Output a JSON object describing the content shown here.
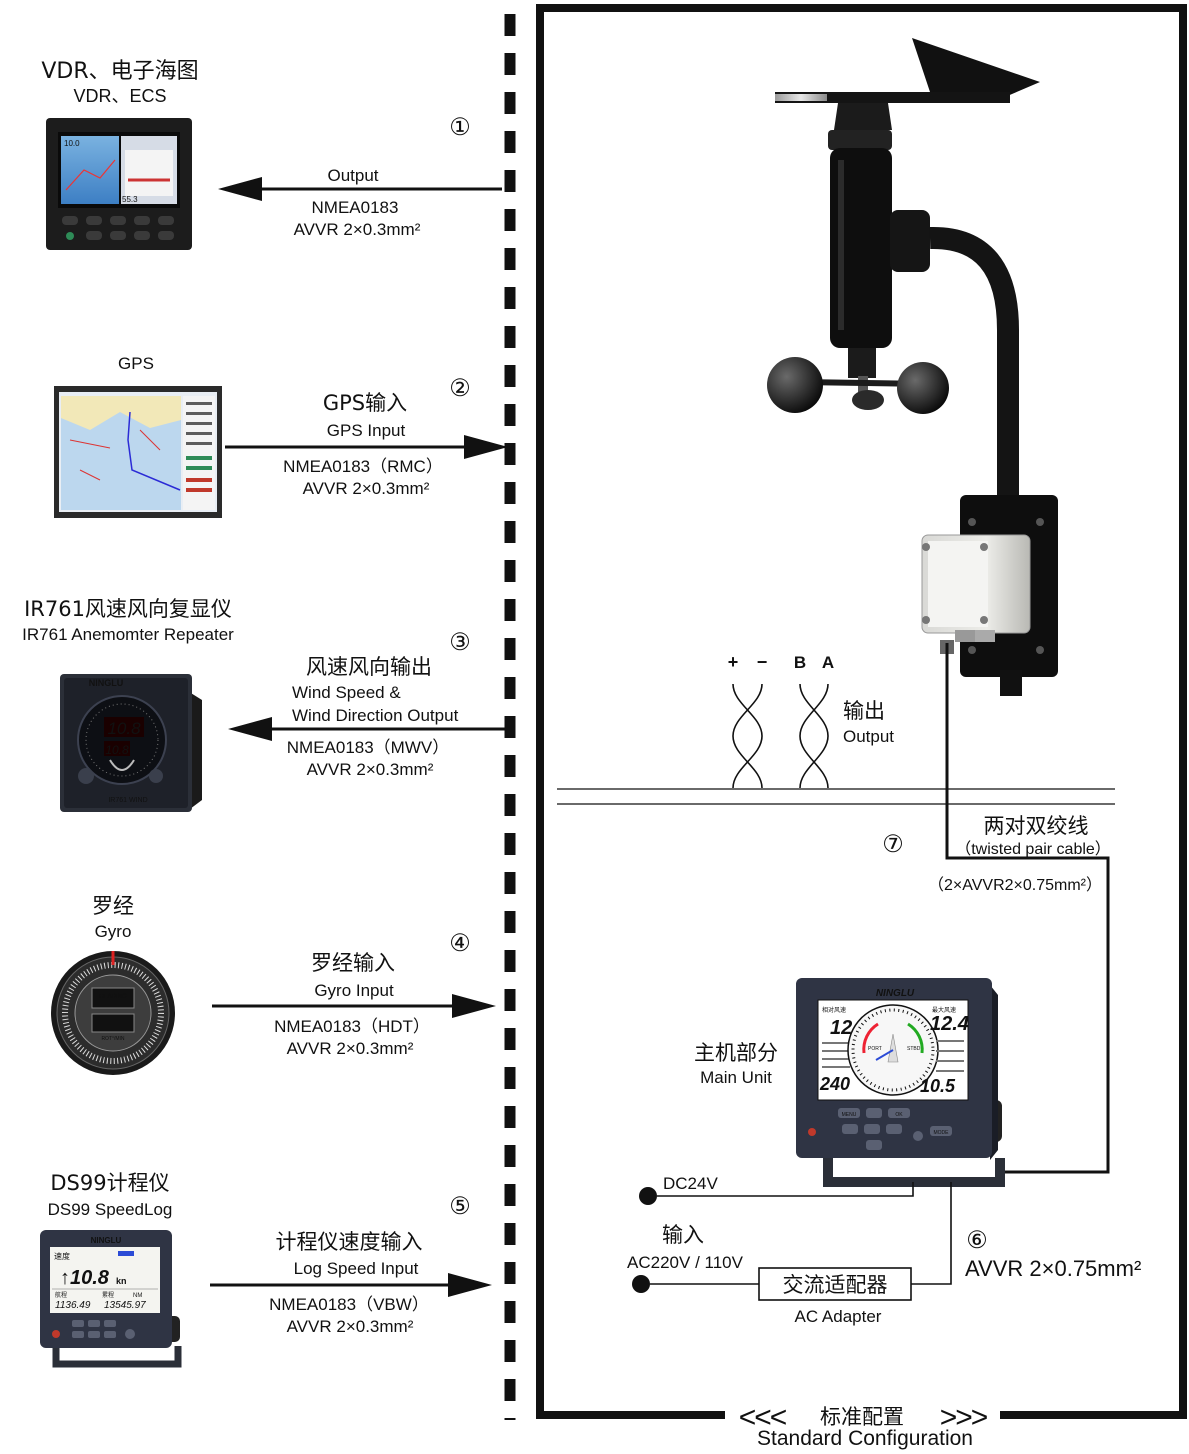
{
  "devices": {
    "vdr": {
      "title_cn": "VDR、电子海图",
      "title_en": "VDR、ECS",
      "screen": {
        "t1": "10.0",
        "t2": "55.3"
      }
    },
    "gps": {
      "title": "GPS"
    },
    "repeater": {
      "title_cn": "IR761风速风向复显仪",
      "title_en": "IR761 Anemomter Repeater",
      "brand": "NINGLU",
      "val1": "10.8",
      "val2": "10.8",
      "model": "IR761 WIND"
    },
    "gyro": {
      "title_cn": "罗经",
      "title_en": "Gyro",
      "heading_label": "HEADING",
      "rot_label": "ROT°/MIN"
    },
    "speedlog": {
      "title_cn": "DS99计程仪",
      "title_en": "DS99 SpeedLog",
      "brand": "NINGLU",
      "speed_label": "速度",
      "speed": "↑10.8",
      "speed_unit": "kn",
      "trip_label": "航程",
      "trip": "1136.49",
      "total_label": "累程",
      "total": "13545.97",
      "nm": "NM"
    }
  },
  "links": [
    {
      "num": "①",
      "lines": [
        "Output",
        "NMEA0183",
        "AVVR 2×0.3mm²"
      ]
    },
    {
      "num": "②",
      "lines": [
        "GPS输入",
        "GPS Input",
        "NMEA0183（RMC）",
        "AVVR 2×0.3mm²"
      ]
    },
    {
      "num": "③",
      "lines": [
        "风速风向输出",
        "Wind Speed &",
        "Wind Direction Output",
        "NMEA0183（MWV）",
        "AVVR 2×0.3mm²"
      ]
    },
    {
      "num": "④",
      "lines": [
        "罗经输入",
        "Gyro Input",
        "NMEA0183（HDT）",
        "AVVR 2×0.3mm²"
      ]
    },
    {
      "num": "⑤",
      "lines": [
        "计程仪速度输入",
        "Log Speed Input",
        "NMEA0183（VBW）",
        "AVVR 2×0.3mm²"
      ]
    }
  ],
  "sensor": {
    "terminals": {
      "plus": "+",
      "minus": "−",
      "b": "B",
      "a": "A"
    },
    "output_cn": "输出",
    "output_en": "Output"
  },
  "cable": {
    "num": "⑦",
    "cn": "两对双绞线",
    "en": "（twisted pair cable）",
    "spec": "（2×AVVR2×0.75mm²）"
  },
  "main_unit": {
    "title_cn": "主机部分",
    "title_en": "Main Unit",
    "brand": "NINGLU",
    "left_top_label": "相对风速",
    "left_top": "12.4",
    "left_bottom": "240",
    "right_top_label": "最大风速",
    "right_top": "12.4",
    "right_bottom": "10.5",
    "port": "PORT",
    "stbd": "STBD",
    "btn_menu": "MENU",
    "btn_ok": "OK",
    "btn_mode": "MODE"
  },
  "power": {
    "dc": "DC24V",
    "input_cn": "输入",
    "ac": "AC220V / 110V",
    "adapter_cn": "交流适配器",
    "adapter_en": "AC Adapter",
    "num": "⑥",
    "spec": "AVVR 2×0.75mm²"
  },
  "footer": {
    "cn": "标准配置",
    "en": "Standard Configuration",
    "left_arrows": "<<<",
    "right_arrows": ">>>"
  }
}
